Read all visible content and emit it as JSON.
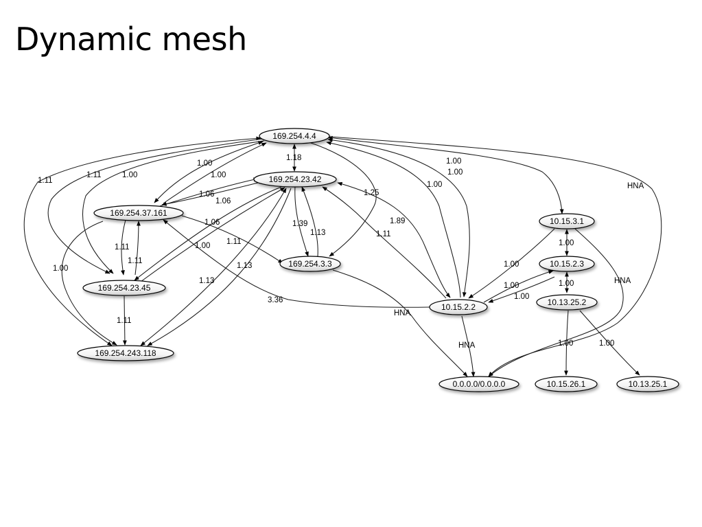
{
  "title": "Dynamic mesh",
  "nodes": [
    {
      "id": "n1",
      "label": "169.254.4.4"
    },
    {
      "id": "n2",
      "label": "169.254.23.42"
    },
    {
      "id": "n3",
      "label": "169.254.37.161"
    },
    {
      "id": "n4",
      "label": "169.254.3.3"
    },
    {
      "id": "n5",
      "label": "169.254.23.45"
    },
    {
      "id": "n6",
      "label": "169.254.243.118"
    },
    {
      "id": "n7",
      "label": "10.15.2.2"
    },
    {
      "id": "n8",
      "label": "10.15.3.1"
    },
    {
      "id": "n9",
      "label": "10.15.2.3"
    },
    {
      "id": "n10",
      "label": "10.13.25.2"
    },
    {
      "id": "n11",
      "label": "0.0.0.0/0.0.0.0"
    },
    {
      "id": "n12",
      "label": "10.15.26.1"
    },
    {
      "id": "n13",
      "label": "10.13.25.1"
    }
  ],
  "edge_labels": {
    "e_1_11": "1.11",
    "e_1_11b": "1.11",
    "e_1_00a": "1.00",
    "e_1_00b": "1.00",
    "e_1_00c": "1.00",
    "e_1_18": "1.18",
    "e_1_06a": "1.06",
    "e_1_06b": "1.06",
    "e_1_06c": "1.06",
    "e_1_25": "1.25",
    "e_1_00d": "1.00",
    "e_1_00e": "1.00",
    "e_1_00f": "1.00",
    "e_hna1": "HNA",
    "e_1_39": "1.39",
    "e_1_13a": "1.13",
    "e_1_89": "1.89",
    "e_1_11c": "1.11",
    "e_1_11d": "1.11",
    "e_1_00g": "1.00",
    "e_1_11e": "1.11",
    "e_1_11f": "1.11",
    "e_1_00h": "1.00",
    "e_1_13b": "1.13",
    "e_1_13c": "1.13",
    "e_3_36": "3.36",
    "e_1_11g": "1.11",
    "e_hna2": "HNA",
    "e_hna3": "HNA",
    "e_1_00i": "1.00",
    "e_1_00j": "1.00",
    "e_1_00k": "1.00",
    "e_1_00l": "1.00",
    "e_1_00m": "1.00",
    "e_hna4": "HNA",
    "e_1_00n": "1.00",
    "e_1_00o": "1.00"
  }
}
